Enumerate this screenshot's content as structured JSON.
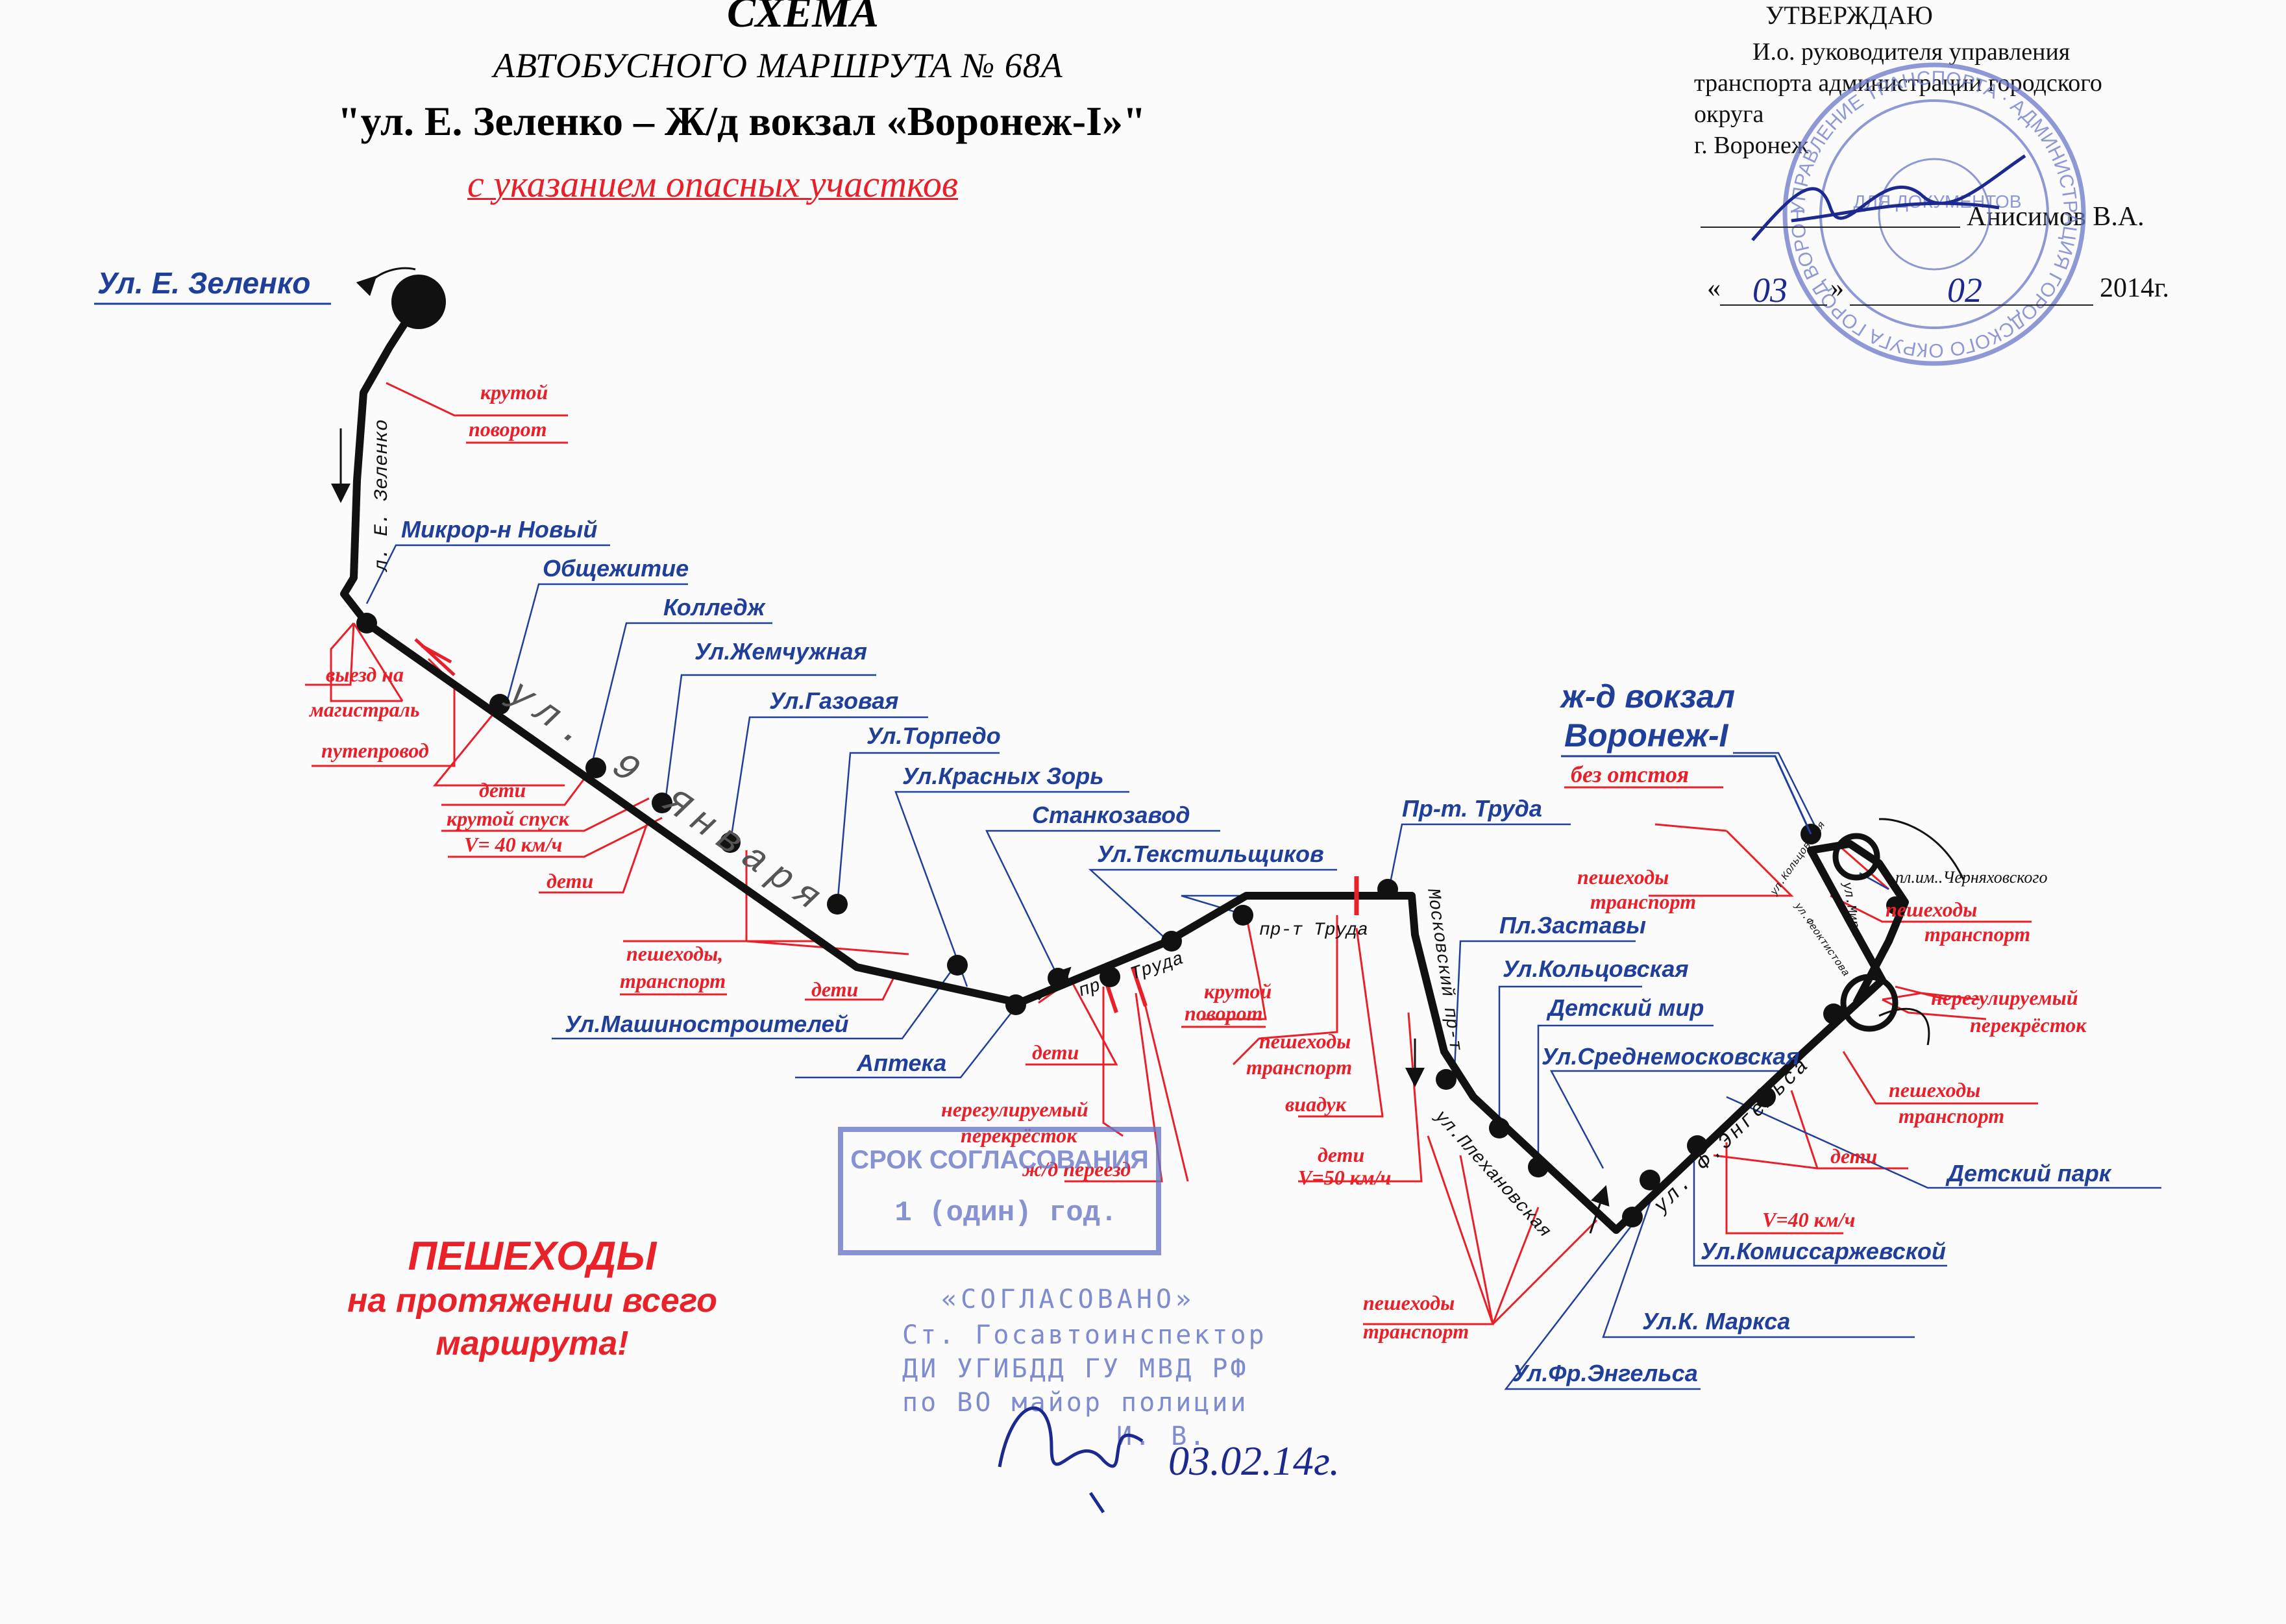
{
  "header": {
    "title": "СХЕМА",
    "subtitle": "АВТОБУСНОГО МАРШРУТА № 68А",
    "route": "\"ул. Е. Зеленко – Ж/д вокзал «Воронеж-I»\"",
    "note": "с указанием опасных участков"
  },
  "approval": {
    "heading": "УТВЕРЖДАЮ",
    "line1": "И.о.        руководителя        управления",
    "line2": "транспорта   администрации   городского",
    "line3": "округа",
    "line4": "г. Воронеж",
    "signer": "Анисимов В.А.",
    "date_open": "«",
    "day": "03",
    "date_mid": "»",
    "month": "02",
    "year": "2014г."
  },
  "terminals": {
    "start": "Ул. Е. Зеленко",
    "end_line1": "ж-д вокзал",
    "end_line2": "Воронеж-I",
    "end_note": "без отстоя"
  },
  "stops": [
    "Микрор-н Новый",
    "Общежитие",
    "Колледж",
    "Ул.Жемчужная",
    "Ул.Газовая",
    "Ул.Торпедо",
    "Ул.Красных Зорь",
    "Станкозавод",
    "Ул.Текстильщиков",
    "Пр-т. Труда",
    "Пл.Заставы",
    "Ул.Кольцовская",
    "Детский мир",
    "Ул.Среднемосковская",
    "Ул.Машиностроителей",
    "Аптека",
    "Детский парк",
    "Ул.Комиссаржевской",
    "Ул.К. Маркса",
    "Ул.Фр.Энгельса"
  ],
  "streets": {
    "zelenko": "ул. Е. Зеленко",
    "zelenko2": "л. Е. Зеленко",
    "route_9jan": "ул. 9 Января",
    "trud1": "пр-т Труда",
    "trud2": "пр-т Труда",
    "moskovsky": "Московский пр-т",
    "plekhanovskaya": "ул.Плехановская",
    "engelsa": "ул. Ф.Энгельса",
    "chernyakhovsky": "пл.им..Черняховского",
    "koltsovskaya": "ул.Кольцовская",
    "feoktistov": "ул.Феоктистова",
    "marksa": "ул.Мира"
  },
  "hazards": {
    "steep_turn": [
      "крутой",
      "поворот"
    ],
    "exit": [
      "выезд на",
      "магистраль"
    ],
    "overpass": "путепровод",
    "children1": "дети",
    "steep_descent": "крутой спуск",
    "speed40": "V= 40 км/ч",
    "children2": "дети",
    "peds1": [
      "пешеходы,",
      "транспорт"
    ],
    "children3": "дети",
    "children4": "дети",
    "unregulated1": [
      "нерегулируемый",
      "перекрёсток"
    ],
    "rail_crossing": "ж/д переезд",
    "steep_turn2": [
      "крутой",
      "поворот"
    ],
    "peds2": [
      "пешеходы",
      "транспорт"
    ],
    "viaduct": "виадук",
    "children5": "дети",
    "speed50": "V=50 км/ч",
    "peds3": [
      "пешеходы",
      "транспорт"
    ],
    "peds4": [
      "пешеходы",
      "транспорт"
    ],
    "peds5": [
      "пешеходы",
      "транспорт"
    ],
    "unregulated2": [
      "нерегулируемый",
      "перекрёсток"
    ],
    "peds6": [
      "пешеходы",
      "транспорт"
    ],
    "children6": "дети",
    "speed40b": "V=40 км/ч"
  },
  "pedestrians": {
    "line1": "ПЕШЕХОДЫ",
    "line2": "на протяжении всего",
    "line3": "маршрута!"
  },
  "stamps": {
    "term_title": "СРОК СОГЛАСОВАНИЯ",
    "term_value": "1 (один) год.",
    "agreed_title": "«СОГЛАСОВАНО»",
    "agreed_l1": "Ст. Госавтоинспектор",
    "agreed_l2": "ДИ УГИБДД ГУ МВД РФ",
    "agreed_l3": "по ВО майор полиции",
    "agreed_l4": "И. В.",
    "signature_date": "03.02.14г.",
    "seal_text": "УПРАВЛЕНИЕ ТРАНСПОРТА · АДМИНИСТРАЦИЯ ГОРОДСКОГО ОКРУГА ГОРОД ВОРОНЕЖ",
    "seal_center": "ДЛЯ ДОКУМЕНТОВ"
  },
  "colors": {
    "blue": "#1f3f9a",
    "red": "#e8202a",
    "route": "#111111",
    "stamp": "#6a78c8"
  }
}
